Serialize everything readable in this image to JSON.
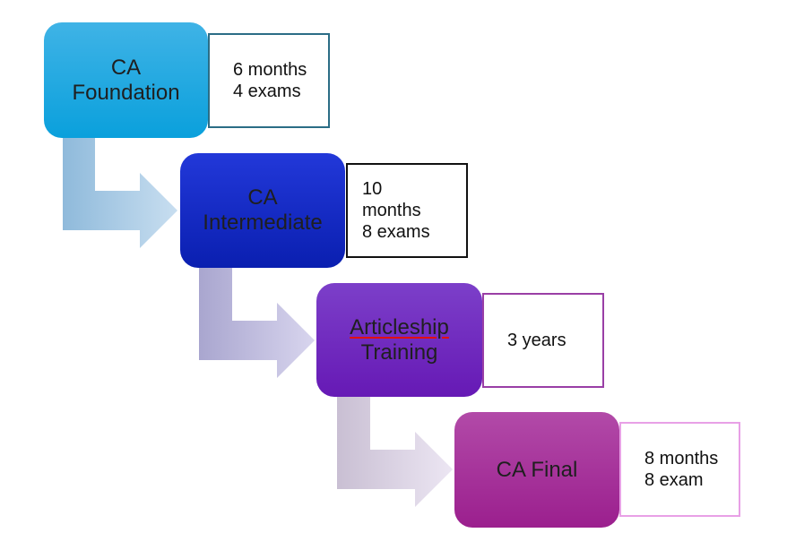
{
  "steps": [
    {
      "name_line1": "CA",
      "name_line2": "Foundation",
      "info": "6 months\n4 exams",
      "color": "#17a6e0",
      "border": "#2b6d86"
    },
    {
      "name_line1": "CA",
      "name_line2": "Intermediate",
      "info": "10\nmonths\n  8 exams",
      "color": "#1428c4",
      "border": "#111111"
    },
    {
      "name_line1": "Articleship",
      "name_line2": "Training",
      "info": "3 years",
      "color": "#6e22bd",
      "border": "#9a3fa6"
    },
    {
      "name_line1": "CA Final",
      "name_line2": "",
      "info": "8 months\n8 exam",
      "color": "#a12d98",
      "border": "#e8a0e6"
    }
  ],
  "arrow_colors": [
    "#9cc7e4",
    "#b5b3d8",
    "#d2c8e0"
  ]
}
